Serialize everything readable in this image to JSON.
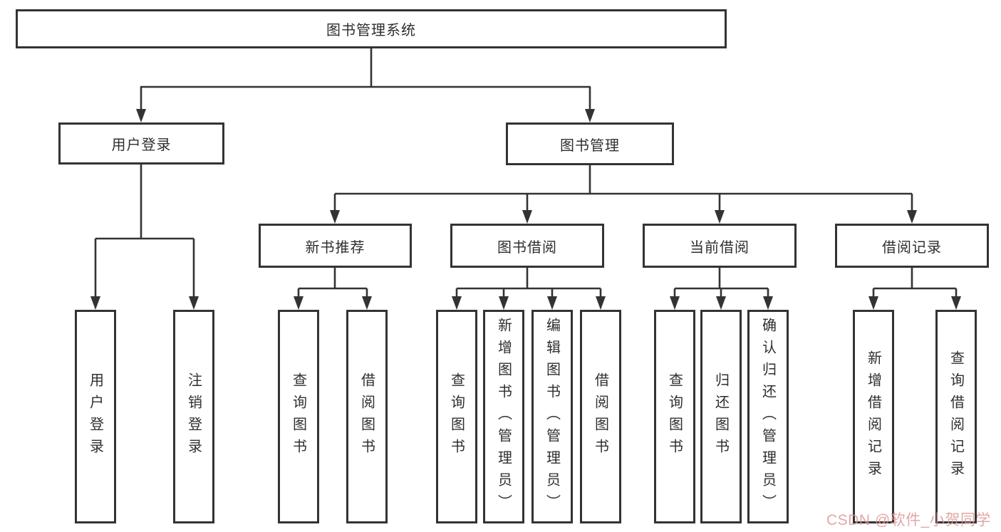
{
  "diagram": {
    "root": {
      "label": "图书管理系统"
    },
    "level2": [
      {
        "label": "用户登录"
      },
      {
        "label": "图书管理"
      }
    ],
    "level3": [
      {
        "label": "新书推荐"
      },
      {
        "label": "图书借阅"
      },
      {
        "label": "当前借阅"
      },
      {
        "label": "借阅记录"
      }
    ],
    "leaves": {
      "user_login": [
        "用户登录",
        "注销登录"
      ],
      "new_book": [
        "查询图书",
        "借阅图书"
      ],
      "book_borrow": [
        "查询图书",
        "新增图书（管理员）",
        "编辑图书（管理员）",
        "借阅图书"
      ],
      "current_borrow": [
        "查询图书",
        "归还图书",
        "确认归还（管理员）"
      ],
      "borrow_records": [
        "新增借阅记录",
        "查询借阅记录"
      ]
    },
    "watermark": "CSDN @软件_小贺同学",
    "colors": {
      "line": "#333333",
      "text": "#2f2f2f",
      "background": "#ffffff",
      "watermark": "#de9696"
    }
  }
}
